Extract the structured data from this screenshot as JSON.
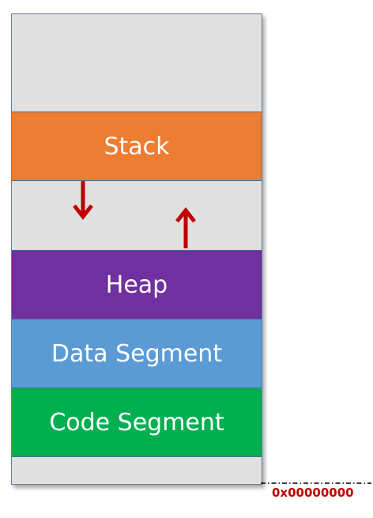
{
  "segments": {
    "stack": {
      "label": "Stack",
      "color": "#ed7d31"
    },
    "heap": {
      "label": "Heap",
      "color": "#7030a0"
    },
    "data": {
      "label": "Data Segment",
      "color": "#5b9bd5"
    },
    "code": {
      "label": "Code Segment",
      "color": "#00b050"
    }
  },
  "gap_color": "#e0e0e0",
  "arrows": {
    "stack_growth": {
      "direction": "down",
      "color": "#c00000"
    },
    "heap_growth": {
      "direction": "up",
      "color": "#c00000"
    }
  },
  "base_address": {
    "label": "0x00000000",
    "color": "#c00000"
  }
}
